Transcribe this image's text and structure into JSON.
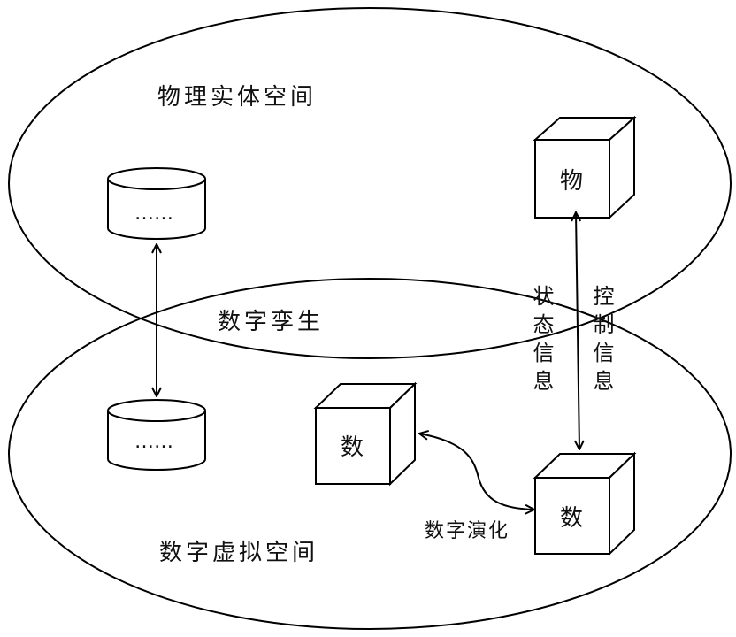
{
  "labels": {
    "physical_space": "物理实体空间",
    "virtual_space": "数字虚拟空间",
    "digital_twin": "数字孪生",
    "digital_evolution": "数字演化",
    "state_info": "状态信息",
    "control_info": "控制信息"
  },
  "cubes": {
    "physical": "物",
    "virtual_left": "数",
    "virtual_right": "数"
  },
  "databases": {
    "top": "……",
    "bottom": "……"
  }
}
